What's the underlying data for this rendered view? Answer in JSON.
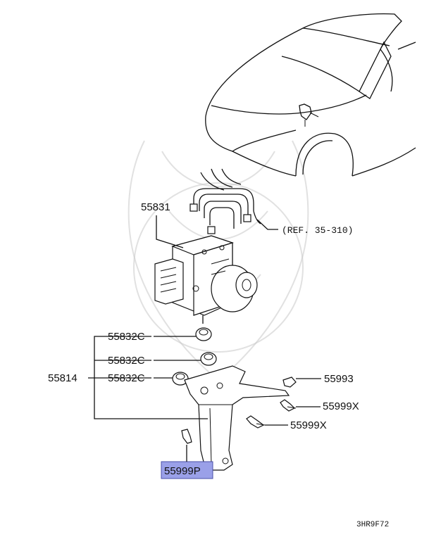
{
  "diagram": {
    "callouts": {
      "hydraulic_unit": "55831",
      "bushing_top": "55832C",
      "bushing_middle": "55832C",
      "bushing_bottom": "55832C",
      "bracket": "55814",
      "clip": "55993",
      "bolt_upper": "55999X",
      "bolt_lower": "55999X",
      "bolt_highlighted": "55999P"
    },
    "reference_note": "(REF. 35-310)",
    "drawing_code": "3HR9F72",
    "highlight_color": "#9aa0e8"
  }
}
